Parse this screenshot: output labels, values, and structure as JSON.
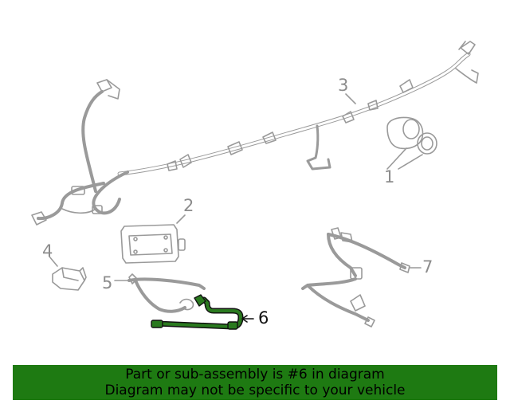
{
  "callouts": {
    "c1": "1",
    "c2": "2",
    "c3": "3",
    "c4": "4",
    "c5": "5",
    "c6": "6",
    "c7": "7"
  },
  "highlight_part": "6",
  "colors": {
    "line_art": "#9a9a9a",
    "highlight_fill": "#2a7a1f",
    "banner_bg": "#1e7a12",
    "banner_text": "#000000"
  },
  "banner": {
    "line1": "Part or sub-assembly is #6 in diagram",
    "line2": "Diagram may not be specific to your vehicle"
  }
}
